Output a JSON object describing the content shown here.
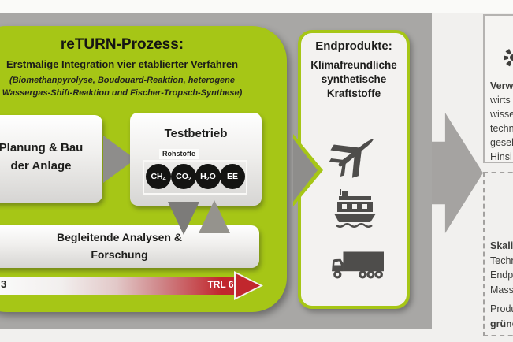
{
  "colors": {
    "green": "#a6c616",
    "panel_gray": "#a8a7a5",
    "trl_red": "#c1272d",
    "icon_gray": "#4e4d4b",
    "page_bg": "#f1f0ee"
  },
  "process": {
    "title": "reTURN-Prozess:",
    "subtitle": "Erstmalige Integration vier etablierter Verfahren",
    "methods_line1": "(Biomethanpyrolyse, Boudouard-Reaktion, heterogene",
    "methods_line2": "Wassergas-Shift-Reaktion und Fischer-Tropsch-Synthese)",
    "planning_box": {
      "line1": "Planung & Bau",
      "line2": "der Anlage"
    },
    "test_box": {
      "title": "Testbetrieb",
      "feed_label": "Rohstoffe",
      "feeds": [
        {
          "a": "CH",
          "sub": "4",
          "b": ""
        },
        {
          "a": "CO",
          "sub": "2",
          "b": ""
        },
        {
          "a": "H",
          "sub": "2",
          "b": "O"
        },
        {
          "a": "EE",
          "sub": "",
          "b": ""
        }
      ]
    },
    "analysis_box": {
      "line1": "Begleitende Analysen &",
      "line2": "Forschung"
    },
    "trl": {
      "start": "3",
      "end": "TRL 6"
    }
  },
  "products": {
    "title": "Endprodukte:",
    "line1": "Klimafreundliche",
    "line2": "synthetische",
    "line3": "Kraftstoffe"
  },
  "outcomes": {
    "top_box": {
      "heading": "Verw",
      "lines": [
        "wirts",
        "wisse",
        "techn",
        "gesel",
        "Hinsi"
      ]
    },
    "bottom_box": {
      "heading": "Skali",
      "lines": [
        "Techn",
        "Endp",
        "Mass"
      ],
      "para2_line1": "Produ",
      "para2_line2": "grüne"
    }
  }
}
